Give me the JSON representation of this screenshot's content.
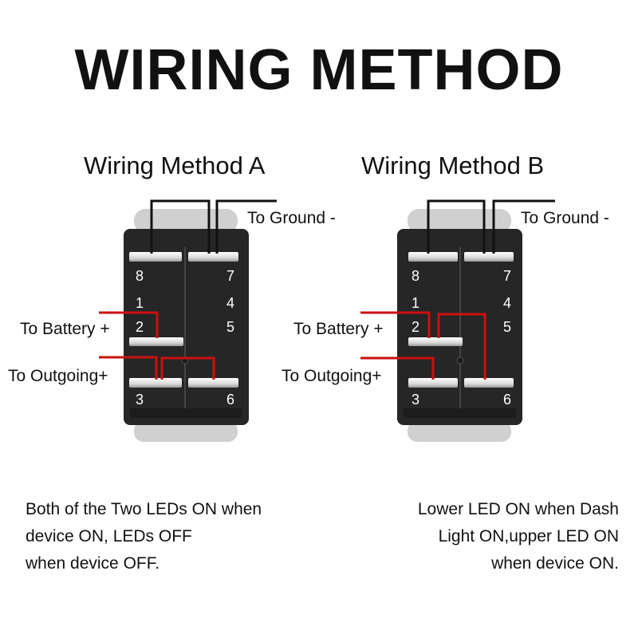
{
  "title": "WIRING METHOD",
  "methods": [
    {
      "title": "Wiring Method A",
      "ground_label": "To Ground -",
      "battery_label": "To Battery +",
      "outgoing_label": "To Outgoing+",
      "pins": {
        "p8": "8",
        "p7": "7",
        "p1": "1",
        "p4": "4",
        "p2": "2",
        "p5": "5",
        "p3": "3",
        "p6": "6"
      },
      "description": [
        "Both of the Two LEDs ON when",
        "device ON, LEDs OFF",
        "when device OFF."
      ]
    },
    {
      "title": "Wiring Method B",
      "ground_label": "To Ground -",
      "battery_label": "To Battery +",
      "outgoing_label": "To Outgoing+",
      "pins": {
        "p8": "8",
        "p7": "7",
        "p1": "1",
        "p4": "4",
        "p2": "2",
        "p5": "5",
        "p3": "3",
        "p6": "6"
      },
      "description": [
        "Lower LED ON when Dash",
        "Light ON,upper LED ON",
        "when device ON."
      ]
    }
  ],
  "colors": {
    "switch_body": "#2a2a2a",
    "wire_ground": "#111111",
    "wire_power": "#cc1010",
    "terminal": "#e6e6e6"
  }
}
